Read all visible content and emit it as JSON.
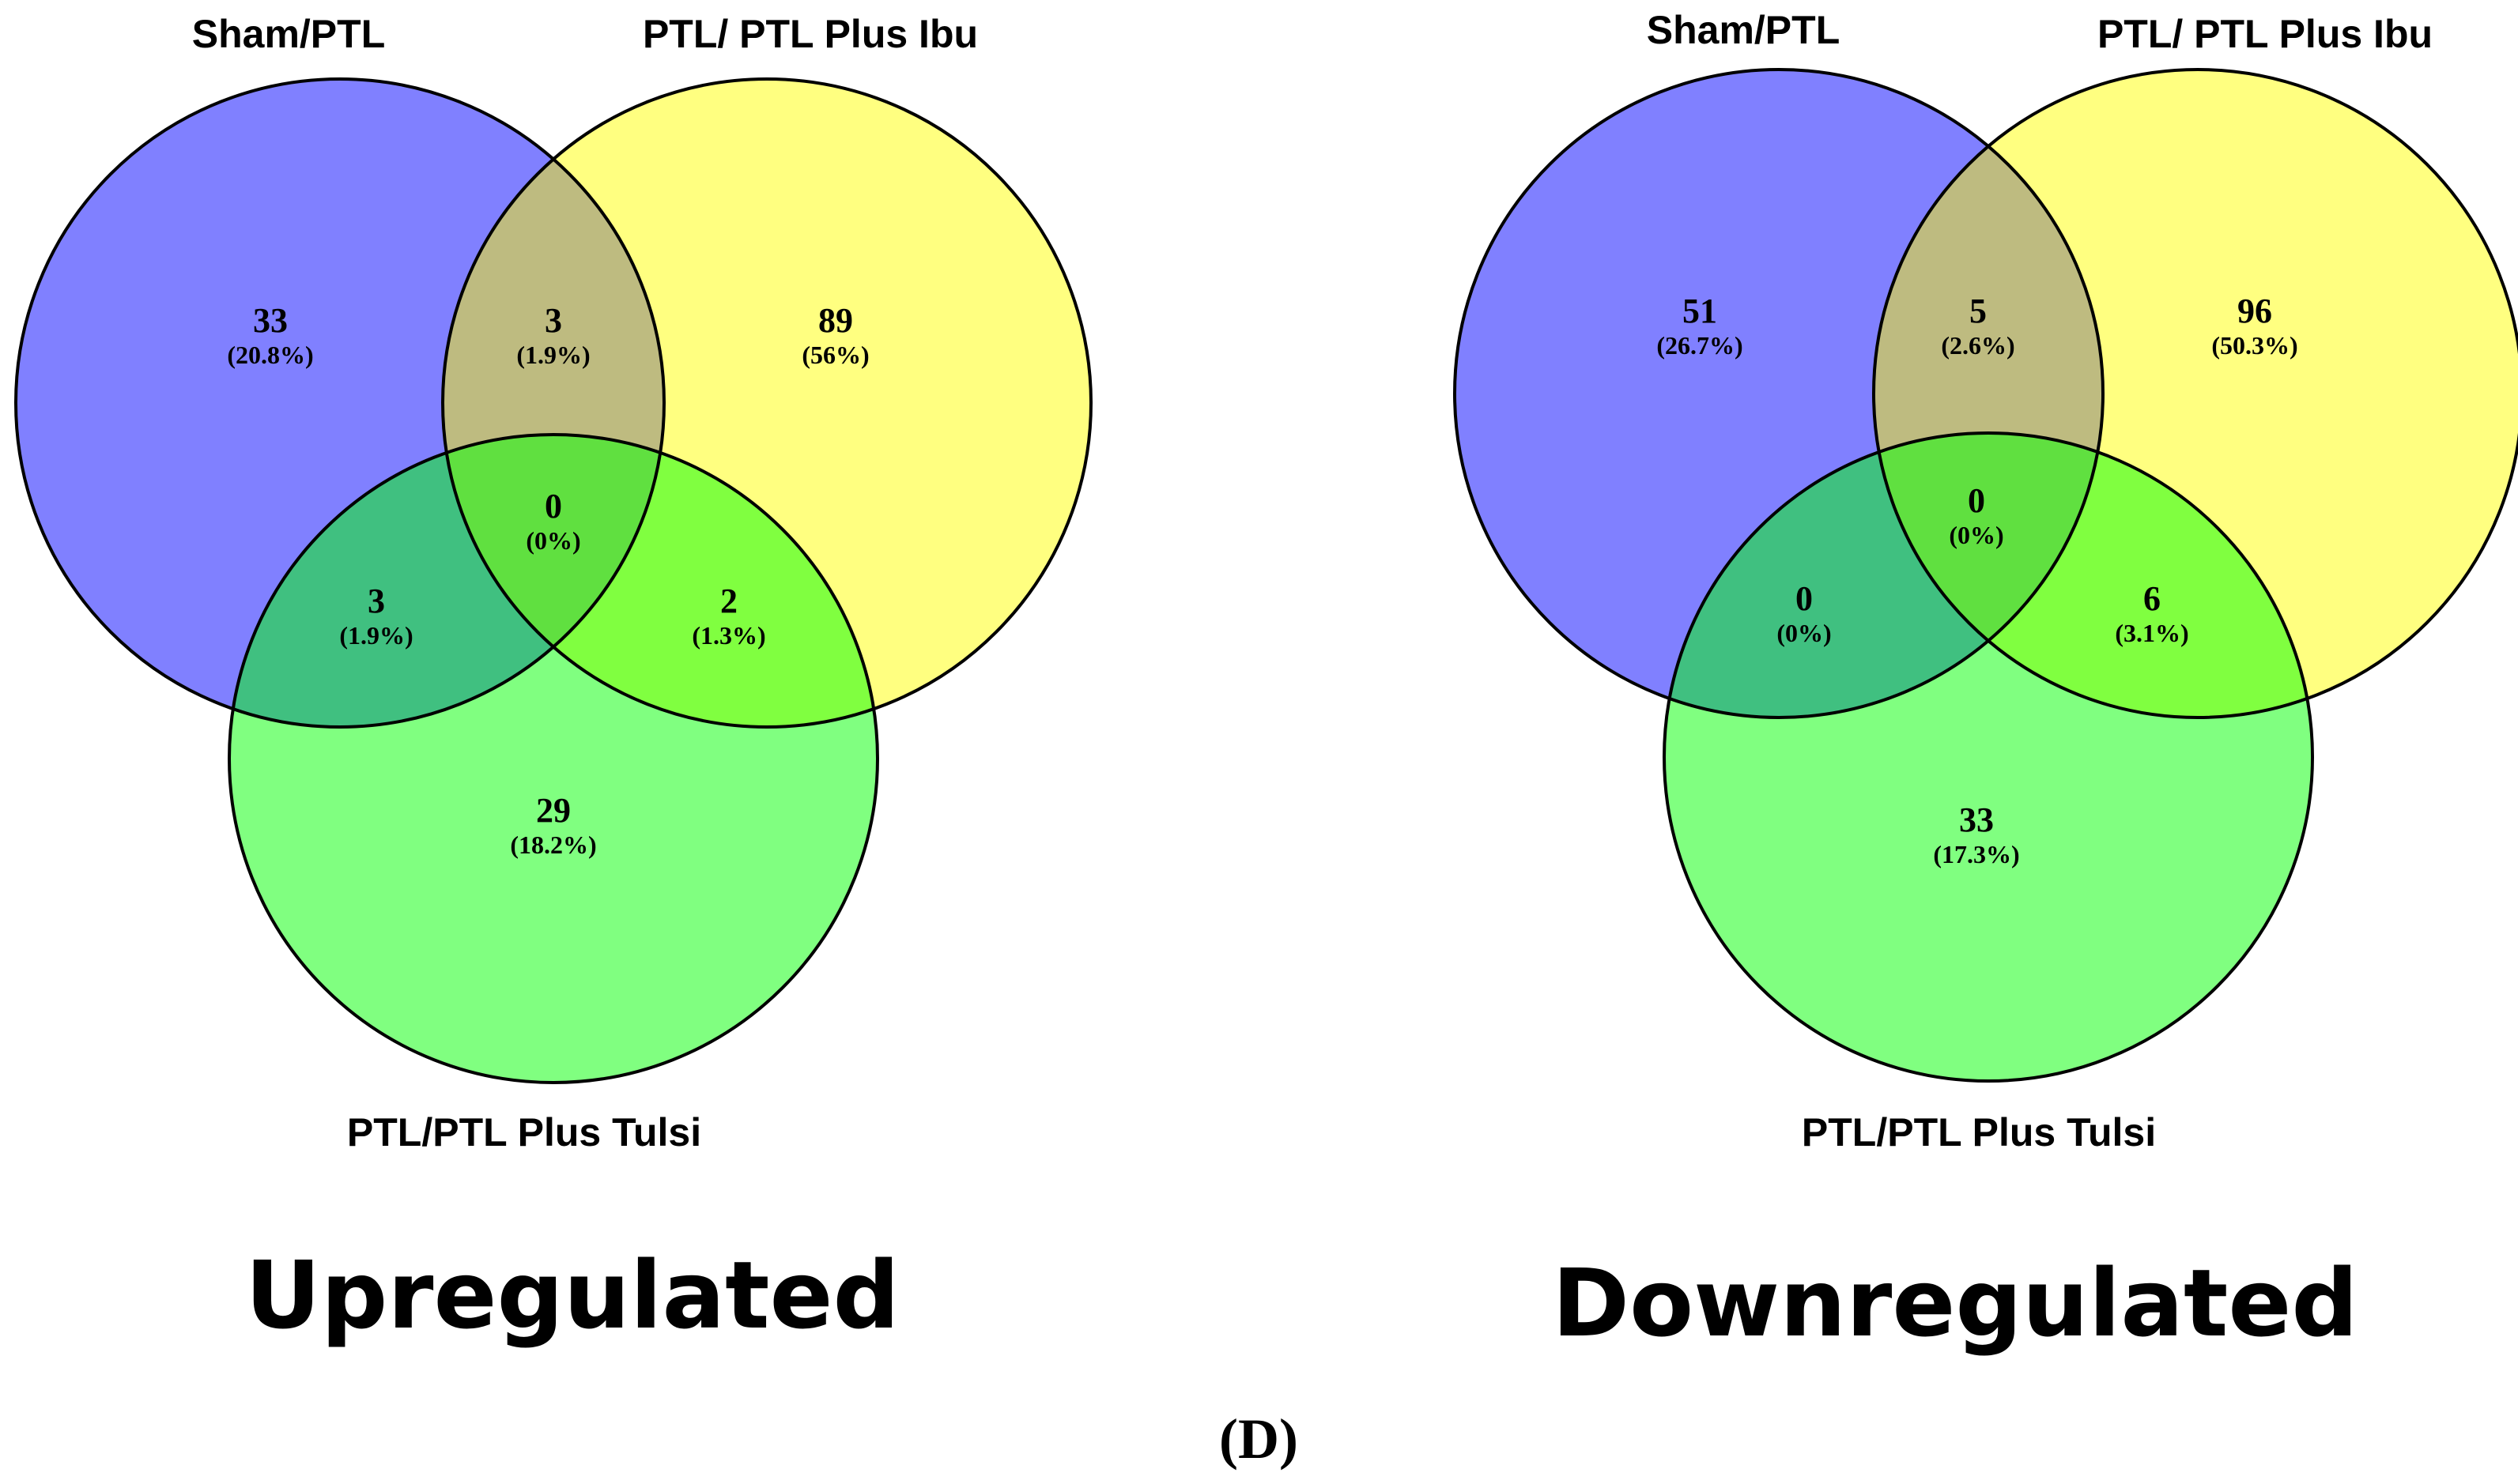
{
  "figure_label": "(D)",
  "colors": {
    "set_a": "#8080ff",
    "set_b": "#ffff80",
    "set_c": "#80ff80",
    "ab": "#bebb80",
    "ac": "#40c080",
    "bc": "#80ff40",
    "abc": "#60e040",
    "outline": "#000000"
  },
  "panels": [
    {
      "title": "Upregulated",
      "sets": {
        "a": "Sham/PTL",
        "b": "PTL/ PTL Plus Ibu",
        "c": "PTL/PTL Plus Tulsi"
      },
      "regions": {
        "a": {
          "count": "33",
          "pct": "(20.8%)"
        },
        "ab": {
          "count": "3",
          "pct": "(1.9%)"
        },
        "b": {
          "count": "89",
          "pct": "(56%)"
        },
        "abc": {
          "count": "0",
          "pct": "(0%)"
        },
        "ac": {
          "count": "3",
          "pct": "(1.9%)"
        },
        "bc": {
          "count": "2",
          "pct": "(1.3%)"
        },
        "c": {
          "count": "29",
          "pct": "(18.2%)"
        }
      }
    },
    {
      "title": "Downregulated",
      "sets": {
        "a": "Sham/PTL",
        "b": "PTL/ PTL Plus Ibu",
        "c": "PTL/PTL Plus Tulsi"
      },
      "regions": {
        "a": {
          "count": "51",
          "pct": "(26.7%)"
        },
        "ab": {
          "count": "5",
          "pct": "(2.6%)"
        },
        "b": {
          "count": "96",
          "pct": "(50.3%)"
        },
        "abc": {
          "count": "0",
          "pct": "(0%)"
        },
        "ac": {
          "count": "0",
          "pct": "(0%)"
        },
        "bc": {
          "count": "6",
          "pct": "(3.1%)"
        },
        "c": {
          "count": "33",
          "pct": "(17.3%)"
        }
      }
    }
  ]
}
